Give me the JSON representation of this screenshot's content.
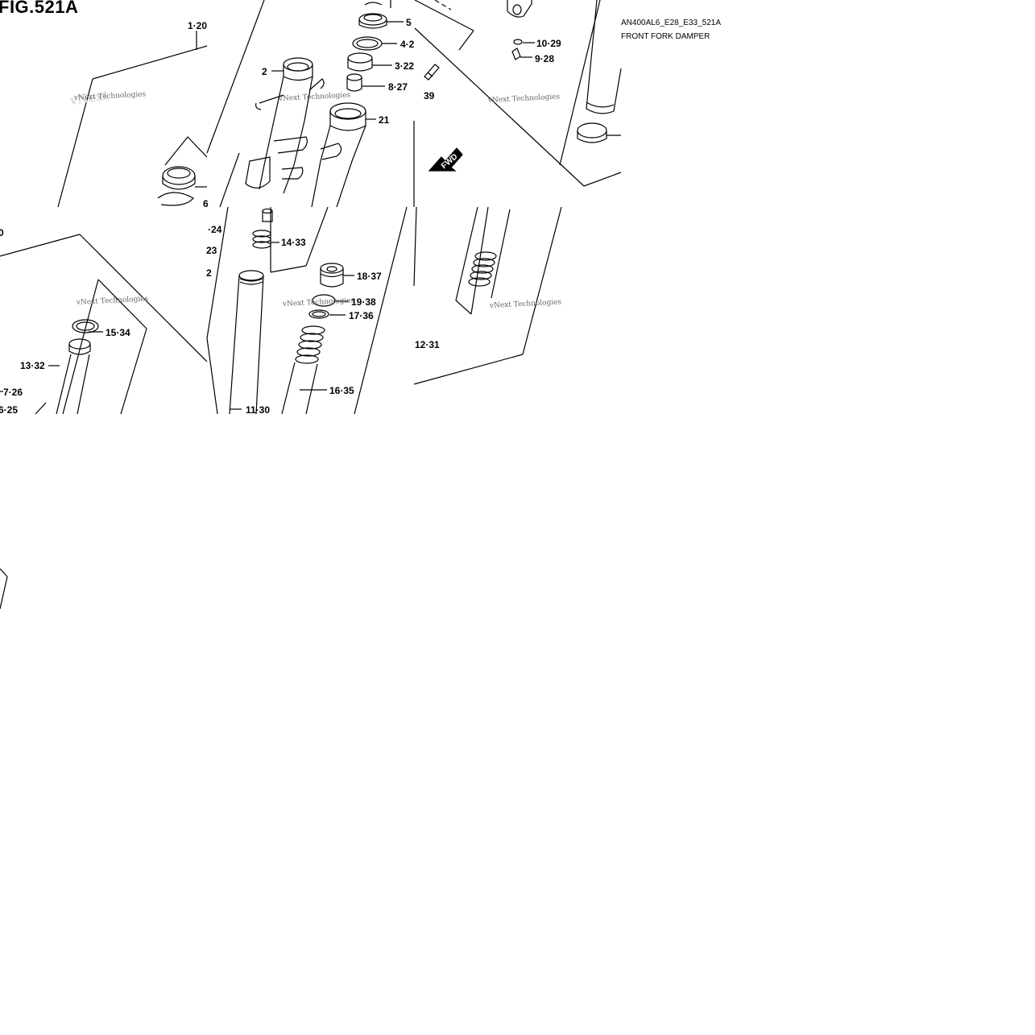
{
  "figure": {
    "title": "FIG.521A",
    "code": "AN400AL6_E28_E33_521A",
    "name": "FRONT FORK DAMPER"
  },
  "callouts": {
    "c1": "1·20",
    "c2": "2",
    "c3": "3·22",
    "c4": "4·2",
    "c5": "5",
    "c8": "8·27",
    "c21": "21",
    "c39": "39",
    "c10": "10·29",
    "c9": "9·28",
    "c14": "14·33",
    "c24": "·24",
    "c23": "23",
    "c2b": "2",
    "c18": "18·37",
    "c19": "19·38",
    "c17": "17·36",
    "c15": "15·34",
    "c13": "13·32",
    "c7": "7·26",
    "c6": "6·25",
    "c11": "11·30",
    "c16": "16·35",
    "c12": "12·31",
    "c0": "0",
    "c6b": "6"
  },
  "direction": {
    "fwd": "FWD"
  },
  "watermark": {
    "text": "vNext Technologies"
  }
}
